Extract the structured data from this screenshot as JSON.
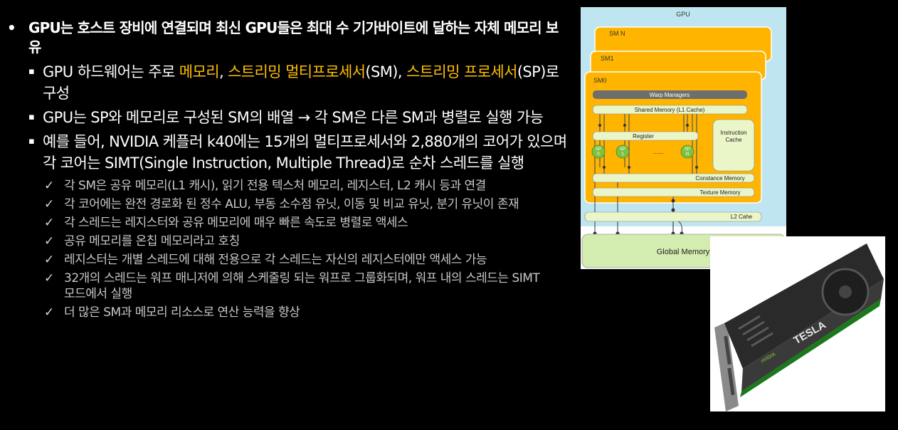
{
  "bullets": {
    "main": "GPU는 호스트 장비에 연결되며 최신 GPU들은 최대 수 기가바이트에 달하는 자체 메모리 보유",
    "sub1": {
      "p1": "GPU 하드웨어는 주로 ",
      "h1": "메모리",
      "p2": ", ",
      "h2": "스트리밍 멀티프로세서",
      "p3": "(SM), ",
      "h3": "스트리밍 프로세서",
      "p4": "(SP)로 구성"
    },
    "sub2": "GPU는 SP와 메모리로 구성된 SM의 배열 → 각 SM은 다른 SM과 병렬로 실행 가능",
    "sub3": "예를 들어, NVIDIA 케플러 k40에는 15개의 멀티프로세서와 2,880개의 코어가 있으며 각 코어는 SIMT(Single Instruction, Multiple Thread)로 순차 스레드를 실행",
    "checks": [
      "각 SM은 공유 메모리(L1 캐시), 읽기 전용 텍스처 메모리, 레지스터, L2 캐시 등과 연결",
      "각 코어에는 완전 경로화 된 정수 ALU, 부동 소수점 유닛, 이동 및 비교 유닛, 분기 유닛이 존재",
      "각 스레드는 레지스터와 공유 메모리에 매우 빠른 속도로 병렬로 액세스",
      "공유 메모리를 온칩 메모리라고 호칭",
      "레지스터는 개별 스레드에 대해 전용으로 각 스레드는 자신의 레지스터에만 액세스 가능",
      "32개의 스레드는 워프 매니저에 의해 스케줄링 되는 워프로 그룹화되며, 워프 내의 스레드는 SIMT 모드에서 실행",
      "더 많은 SM과 메모리 리소스로 연산 능력을 향상"
    ],
    "bullet_symbol": "•",
    "square_symbol": "▪",
    "check_symbol": "✓"
  },
  "diagram": {
    "title": "GPU",
    "sm_n": "SM N",
    "sm_1": "SM1",
    "sm_0": "SM0",
    "warp": "Warp Managers",
    "shared": "Shared Memory (L1 Cache)",
    "register": "Register",
    "instruction": [
      "Instruction",
      "Cache"
    ],
    "sp0": [
      "SP",
      "0"
    ],
    "sp1": [
      "SP",
      "1"
    ],
    "spn": [
      "SP",
      "N"
    ],
    "dots": "......",
    "constance": "Constance Memory",
    "texture": "Texture Memory",
    "l2": "L2 Cahe",
    "global": "Global Memory"
  },
  "photo": {
    "brand": "TESLA",
    "logo": "nVIDIA"
  },
  "colors": {
    "accent": "#ffc000",
    "sm_fill": "#ffb400",
    "gpu_bg": "#bfe6f0",
    "bar_green": "#eaf5c8",
    "global_fill": "#d3ecb0"
  }
}
